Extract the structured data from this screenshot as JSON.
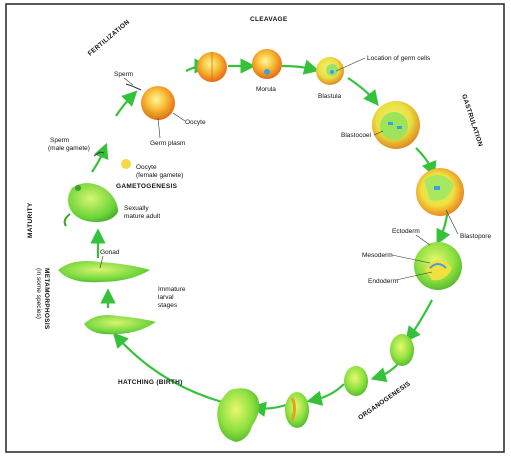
{
  "stages": {
    "cleavage": "CLEAVAGE",
    "fertilization": "FERTILIZATION",
    "gastrulation": "GASTRULATION",
    "organogenesis": "ORGANOGENESIS",
    "hatching": "HATCHING (BIRTH)",
    "metamorphosis_line1": "METAMORPHOSIS",
    "metamorphosis_line2": "(in some species)",
    "maturity": "MATURITY",
    "gametogenesis": "GAMETOGENESIS"
  },
  "labels": {
    "sperm": "Sperm",
    "oocyte": "Oocyte",
    "germ_plasm": "Germ plasm",
    "morula": "Morula",
    "blastula": "Blastula",
    "location_germ_cells": "Location of germ cells",
    "blastocoel": "Blastocoel",
    "blastopore": "Blastopore",
    "ectoderm": "Ectoderm",
    "mesoderm": "Mesoderm",
    "endoderm": "Endoderm",
    "sperm_male_1": "Sperm",
    "sperm_male_2": "(male gamete)",
    "oocyte_female_1": "Oocyte",
    "oocyte_female_2": "(female gamete)",
    "sexually_mature_1": "Sexually",
    "sexually_mature_2": "mature adult",
    "gonad": "Gonad",
    "immature_1": "Immature",
    "immature_2": "larval",
    "immature_3": "stages"
  },
  "colors": {
    "arrow": "#35c23a",
    "embryo_yellow": "#f5e43a",
    "embryo_orange": "#f08a1a",
    "embryo_green": "#7fe040",
    "germ_cells": "#3aa0e0",
    "frog_green": "#5ed03a"
  }
}
